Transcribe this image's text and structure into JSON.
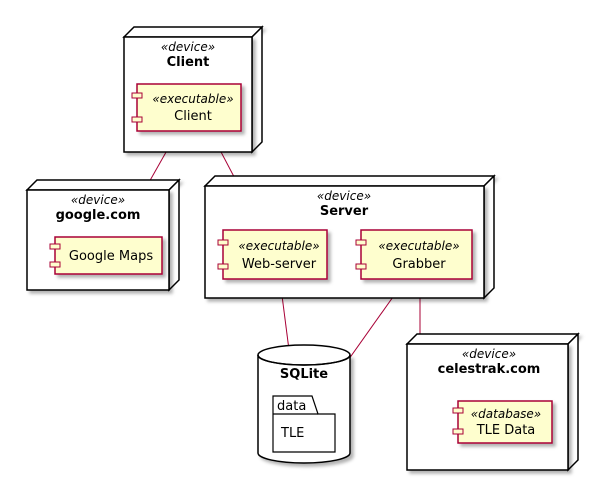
{
  "nodes": {
    "client": {
      "stereotype": "«device»",
      "name": "Client"
    },
    "google": {
      "stereotype": "«device»",
      "name": "google.com"
    },
    "server": {
      "stereotype": "«device»",
      "name": "Server"
    },
    "celestrak": {
      "stereotype": "«device»",
      "name": "celestrak.com"
    }
  },
  "components": {
    "client_exe": {
      "stereotype": "«executable»",
      "name": "Client"
    },
    "google_maps": {
      "name": "Google Maps"
    },
    "web_server": {
      "stereotype": "«executable»",
      "name": "Web-server"
    },
    "grabber": {
      "stereotype": "«executable»",
      "name": "Grabber"
    },
    "tle_data": {
      "stereotype": "«database»",
      "name": "TLE Data"
    }
  },
  "database": {
    "name": "SQLite",
    "folder": {
      "tab": "data",
      "name": "TLE"
    }
  },
  "colors": {
    "component_fill": "#FEFECE",
    "component_border": "#A80036",
    "edge": "#A80036",
    "node_fill": "#FFFFFF",
    "node_border": "#000000"
  }
}
